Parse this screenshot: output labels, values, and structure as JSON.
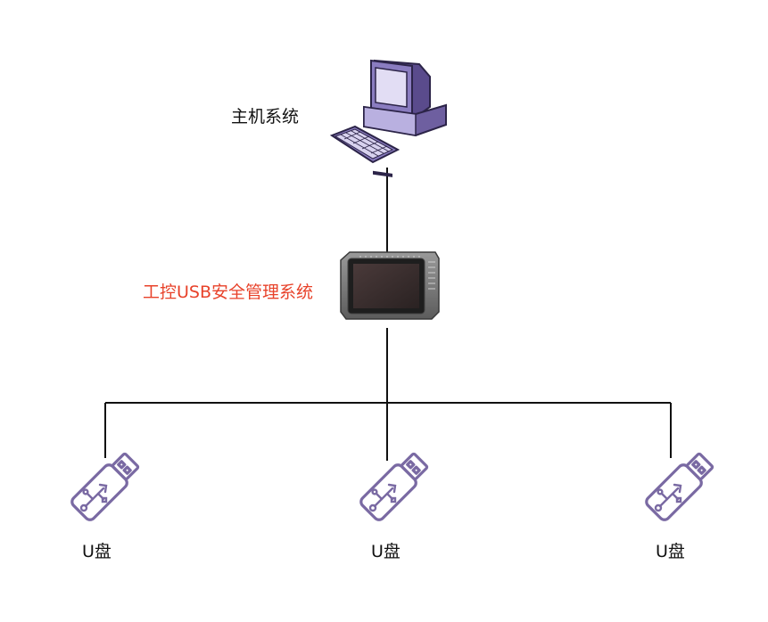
{
  "host": {
    "label": "主机系统"
  },
  "manager": {
    "label": "工控USB安全管理系统",
    "label_color": "#e8422a"
  },
  "usb_drives": [
    {
      "label": "U盘"
    },
    {
      "label": "U盘"
    },
    {
      "label": "U盘"
    }
  ],
  "colors": {
    "line": "#111111",
    "usb_outline": "#7a6aa3",
    "computer_body": "#6e5fa0",
    "computer_light": "#d8d2ef",
    "device_frame": "#7a7a7a"
  },
  "icons": {
    "host": "desktop-computer-icon",
    "manager": "industrial-panel-icon",
    "usb": "usb-drive-icon"
  }
}
